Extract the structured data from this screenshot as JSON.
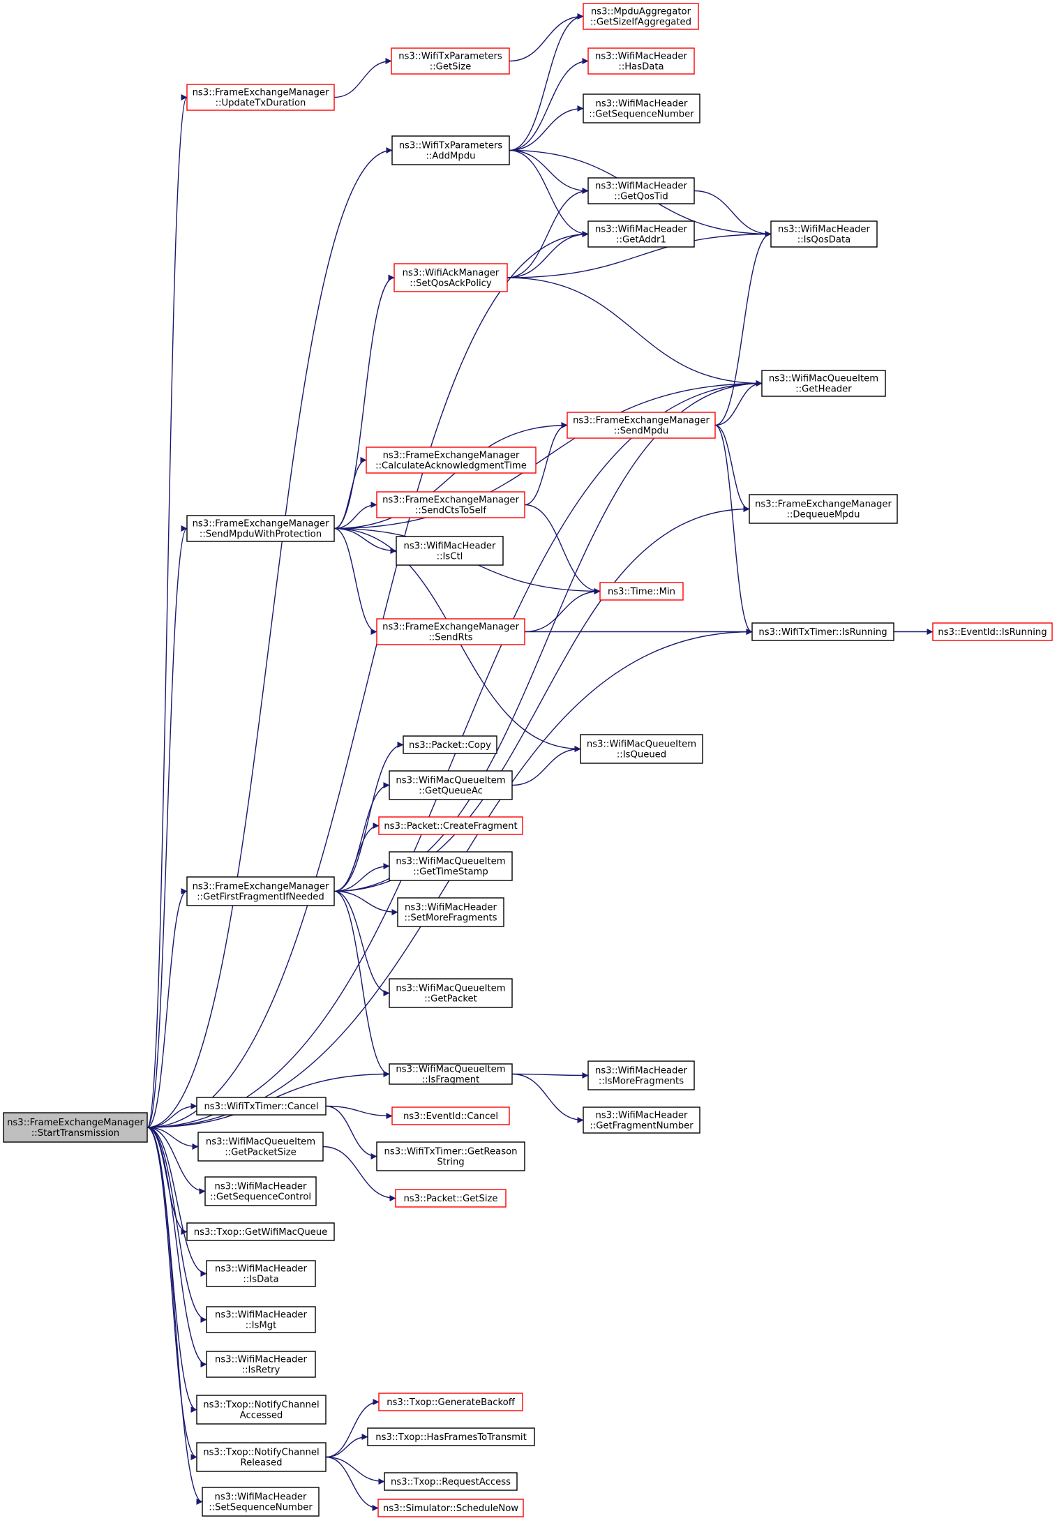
{
  "colors": {
    "edge": "#191970",
    "normal_border": "#000000",
    "red_border": "#ff0000",
    "root_fill": "#bfbfbf",
    "node_fill": "#ffffff"
  },
  "nodes": [
    {
      "id": "start",
      "lines": [
        "ns3::FrameExchangeManager",
        "::StartTransmission"
      ],
      "style": "root"
    },
    {
      "id": "updateTx",
      "lines": [
        "ns3::FrameExchangeManager",
        "::UpdateTxDuration"
      ],
      "style": "red"
    },
    {
      "id": "txpGetSize",
      "lines": [
        "ns3::WifiTxParameters",
        "::GetSize"
      ],
      "style": "red"
    },
    {
      "id": "mpduAgg",
      "lines": [
        "ns3::MpduAggregator",
        "::GetSizeIfAggregated"
      ],
      "style": "red"
    },
    {
      "id": "hasData",
      "lines": [
        "ns3::WifiMacHeader",
        "::HasData"
      ],
      "style": "red"
    },
    {
      "id": "getSeqNum",
      "lines": [
        "ns3::WifiMacHeader",
        "::GetSequenceNumber"
      ],
      "style": "normal"
    },
    {
      "id": "addMpdu",
      "lines": [
        "ns3::WifiTxParameters",
        "::AddMpdu"
      ],
      "style": "normal"
    },
    {
      "id": "getQosTid",
      "lines": [
        "ns3::WifiMacHeader",
        "::GetQosTid"
      ],
      "style": "normal"
    },
    {
      "id": "getAddr1",
      "lines": [
        "ns3::WifiMacHeader",
        "::GetAddr1"
      ],
      "style": "normal"
    },
    {
      "id": "isQosData",
      "lines": [
        "ns3::WifiMacHeader",
        "::IsQosData"
      ],
      "style": "normal"
    },
    {
      "id": "setQosAck",
      "lines": [
        "ns3::WifiAckManager",
        "::SetQosAckPolicy"
      ],
      "style": "red"
    },
    {
      "id": "getHeader",
      "lines": [
        "ns3::WifiMacQueueItem",
        "::GetHeader"
      ],
      "style": "normal"
    },
    {
      "id": "sendMpdu",
      "lines": [
        "ns3::FrameExchangeManager",
        "::SendMpdu"
      ],
      "style": "red"
    },
    {
      "id": "calcAck",
      "lines": [
        "ns3::FrameExchangeManager",
        "::CalculateAcknowledgmentTime"
      ],
      "style": "red"
    },
    {
      "id": "sendCts",
      "lines": [
        "ns3::FrameExchangeManager",
        "::SendCtsToSelf"
      ],
      "style": "red"
    },
    {
      "id": "dequeue",
      "lines": [
        "ns3::FrameExchangeManager",
        "::DequeueMpdu"
      ],
      "style": "normal"
    },
    {
      "id": "sendWithProt",
      "lines": [
        "ns3::FrameExchangeManager",
        "::SendMpduWithProtection"
      ],
      "style": "normal"
    },
    {
      "id": "isCtl",
      "lines": [
        "ns3::WifiMacHeader",
        "::IsCtl"
      ],
      "style": "normal"
    },
    {
      "id": "timeMin",
      "lines": [
        "ns3::Time::Min"
      ],
      "style": "red"
    },
    {
      "id": "sendRts",
      "lines": [
        "ns3::FrameExchangeManager",
        "::SendRts"
      ],
      "style": "red"
    },
    {
      "id": "timerIsRunning",
      "lines": [
        "ns3::WifiTxTimer::IsRunning"
      ],
      "style": "normal"
    },
    {
      "id": "eventIsRunning",
      "lines": [
        "ns3::EventId::IsRunning"
      ],
      "style": "red"
    },
    {
      "id": "pktCopy",
      "lines": [
        "ns3::Packet::Copy"
      ],
      "style": "normal"
    },
    {
      "id": "isQueued",
      "lines": [
        "ns3::WifiMacQueueItem",
        "::IsQueued"
      ],
      "style": "normal"
    },
    {
      "id": "getQueueAc",
      "lines": [
        "ns3::WifiMacQueueItem",
        "::GetQueueAc"
      ],
      "style": "normal"
    },
    {
      "id": "createFrag",
      "lines": [
        "ns3::Packet::CreateFragment"
      ],
      "style": "red"
    },
    {
      "id": "getTimeStamp",
      "lines": [
        "ns3::WifiMacQueueItem",
        "::GetTimeStamp"
      ],
      "style": "normal"
    },
    {
      "id": "getFirstFrag",
      "lines": [
        "ns3::FrameExchangeManager",
        "::GetFirstFragmentIfNeeded"
      ],
      "style": "normal"
    },
    {
      "id": "setMoreFrag",
      "lines": [
        "ns3::WifiMacHeader",
        "::SetMoreFragments"
      ],
      "style": "normal"
    },
    {
      "id": "getPacket",
      "lines": [
        "ns3::WifiMacQueueItem",
        "::GetPacket"
      ],
      "style": "normal"
    },
    {
      "id": "isFragment",
      "lines": [
        "ns3::WifiMacQueueItem",
        "::IsFragment"
      ],
      "style": "normal"
    },
    {
      "id": "isMoreFrag",
      "lines": [
        "ns3::WifiMacHeader",
        "::IsMoreFragments"
      ],
      "style": "normal"
    },
    {
      "id": "getFragNum",
      "lines": [
        "ns3::WifiMacHeader",
        "::GetFragmentNumber"
      ],
      "style": "normal"
    },
    {
      "id": "timerCancel",
      "lines": [
        "ns3::WifiTxTimer::Cancel"
      ],
      "style": "normal"
    },
    {
      "id": "eventCancel",
      "lines": [
        "ns3::EventId::Cancel"
      ],
      "style": "red"
    },
    {
      "id": "getReasonStr",
      "lines": [
        "ns3::WifiTxTimer::GetReason",
        "String"
      ],
      "style": "normal"
    },
    {
      "id": "getPktSize",
      "lines": [
        "ns3::WifiMacQueueItem",
        "::GetPacketSize"
      ],
      "style": "normal"
    },
    {
      "id": "pktGetSize",
      "lines": [
        "ns3::Packet::GetSize"
      ],
      "style": "red"
    },
    {
      "id": "getSeqCtrl",
      "lines": [
        "ns3::WifiMacHeader",
        "::GetSequenceControl"
      ],
      "style": "normal"
    },
    {
      "id": "getWifiMacQueue",
      "lines": [
        "ns3::Txop::GetWifiMacQueue"
      ],
      "style": "normal"
    },
    {
      "id": "isData",
      "lines": [
        "ns3::WifiMacHeader",
        "::IsData"
      ],
      "style": "normal"
    },
    {
      "id": "isMgt",
      "lines": [
        "ns3::WifiMacHeader",
        "::IsMgt"
      ],
      "style": "normal"
    },
    {
      "id": "isRetry",
      "lines": [
        "ns3::WifiMacHeader",
        "::IsRetry"
      ],
      "style": "normal"
    },
    {
      "id": "notifyAccessed",
      "lines": [
        "ns3::Txop::NotifyChannel",
        "Accessed"
      ],
      "style": "normal"
    },
    {
      "id": "genBackoff",
      "lines": [
        "ns3::Txop::GenerateBackoff"
      ],
      "style": "red"
    },
    {
      "id": "hasFrames",
      "lines": [
        "ns3::Txop::HasFramesToTransmit"
      ],
      "style": "normal"
    },
    {
      "id": "notifyReleased",
      "lines": [
        "ns3::Txop::NotifyChannel",
        "Released"
      ],
      "style": "normal"
    },
    {
      "id": "requestAccess",
      "lines": [
        "ns3::Txop::RequestAccess"
      ],
      "style": "normal"
    },
    {
      "id": "scheduleNow",
      "lines": [
        "ns3::Simulator::ScheduleNow"
      ],
      "style": "red"
    },
    {
      "id": "setSeqNum",
      "lines": [
        "ns3::WifiMacHeader",
        "::SetSequenceNumber"
      ],
      "style": "normal"
    }
  ],
  "edges": [
    [
      "start",
      "updateTx"
    ],
    [
      "start",
      "addMpdu"
    ],
    [
      "start",
      "getAddr1"
    ],
    [
      "start",
      "getHeader"
    ],
    [
      "start",
      "sendWithProt"
    ],
    [
      "start",
      "getFirstFrag"
    ],
    [
      "start",
      "timerIsRunning"
    ],
    [
      "start",
      "isFragment"
    ],
    [
      "start",
      "timerCancel"
    ],
    [
      "start",
      "getPktSize"
    ],
    [
      "start",
      "getSeqCtrl"
    ],
    [
      "start",
      "getWifiMacQueue"
    ],
    [
      "start",
      "isData"
    ],
    [
      "start",
      "isMgt"
    ],
    [
      "start",
      "isRetry"
    ],
    [
      "start",
      "notifyAccessed"
    ],
    [
      "start",
      "notifyReleased"
    ],
    [
      "start",
      "setSeqNum"
    ],
    [
      "updateTx",
      "txpGetSize"
    ],
    [
      "txpGetSize",
      "mpduAgg"
    ],
    [
      "addMpdu",
      "mpduAgg"
    ],
    [
      "addMpdu",
      "hasData"
    ],
    [
      "addMpdu",
      "getSeqNum"
    ],
    [
      "addMpdu",
      "getQosTid"
    ],
    [
      "addMpdu",
      "getAddr1"
    ],
    [
      "addMpdu",
      "isQosData"
    ],
    [
      "getQosTid",
      "isQosData"
    ],
    [
      "setQosAck",
      "getQosTid"
    ],
    [
      "setQosAck",
      "getAddr1"
    ],
    [
      "setQosAck",
      "isQosData"
    ],
    [
      "setQosAck",
      "getHeader"
    ],
    [
      "sendMpdu",
      "getHeader"
    ],
    [
      "sendMpdu",
      "isQosData"
    ],
    [
      "sendMpdu",
      "dequeue"
    ],
    [
      "sendMpdu",
      "timerIsRunning"
    ],
    [
      "sendCts",
      "sendMpdu"
    ],
    [
      "sendCts",
      "timeMin"
    ],
    [
      "sendRts",
      "timeMin"
    ],
    [
      "sendRts",
      "timerIsRunning"
    ],
    [
      "sendWithProt",
      "setQosAck"
    ],
    [
      "sendWithProt",
      "getHeader"
    ],
    [
      "sendWithProt",
      "sendMpdu"
    ],
    [
      "sendWithProt",
      "calcAck"
    ],
    [
      "sendWithProt",
      "sendCts"
    ],
    [
      "sendWithProt",
      "isCtl"
    ],
    [
      "sendWithProt",
      "timeMin"
    ],
    [
      "sendWithProt",
      "sendRts"
    ],
    [
      "sendWithProt",
      "isQueued"
    ],
    [
      "timerIsRunning",
      "eventIsRunning"
    ],
    [
      "getFirstFrag",
      "getHeader"
    ],
    [
      "getFirstFrag",
      "pktCopy"
    ],
    [
      "getFirstFrag",
      "getQueueAc"
    ],
    [
      "getFirstFrag",
      "createFrag"
    ],
    [
      "getFirstFrag",
      "getTimeStamp"
    ],
    [
      "getFirstFrag",
      "setMoreFrag"
    ],
    [
      "getFirstFrag",
      "dequeue"
    ],
    [
      "getFirstFrag",
      "getPacket"
    ],
    [
      "getFirstFrag",
      "isFragment"
    ],
    [
      "getQueueAc",
      "isQueued"
    ],
    [
      "isFragment",
      "isMoreFrag"
    ],
    [
      "isFragment",
      "getFragNum"
    ],
    [
      "timerCancel",
      "eventCancel"
    ],
    [
      "timerCancel",
      "getReasonStr"
    ],
    [
      "getPktSize",
      "pktGetSize"
    ],
    [
      "notifyReleased",
      "genBackoff"
    ],
    [
      "notifyReleased",
      "hasFrames"
    ],
    [
      "notifyReleased",
      "requestAccess"
    ],
    [
      "notifyReleased",
      "scheduleNow"
    ]
  ]
}
